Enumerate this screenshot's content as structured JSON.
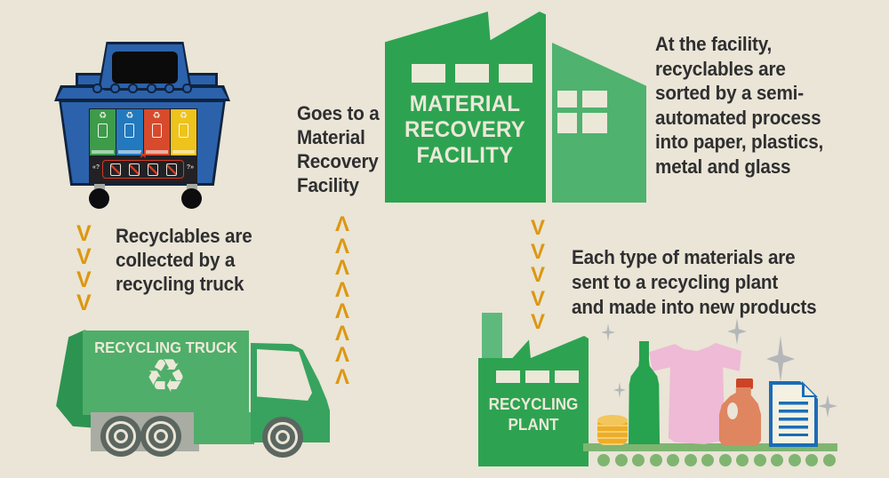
{
  "title": "Recycling process infographic",
  "captions": {
    "collected": "Recyclables are\ncollected by a\nrecycling truck",
    "goes_to": "Goes to a\nMaterial\nRecovery\nFacility",
    "sorted": "At the facility,\nrecyclables are\nsorted by a semi-\nautomated process\ninto paper, plastics,\nmetal and glass",
    "new_products": "Each type of materials are\nsent to a recycling plant\nand made into new products"
  },
  "labels": {
    "truck": "RECYCLING TRUCK",
    "mrf": "MATERIAL\nRECOVERY\nFACILITY",
    "plant": "RECYCLING\nPLANT"
  },
  "icons": {
    "recycle": "♻",
    "prohibited_x": "✕",
    "strip_left": "«?",
    "strip_right": "?»"
  },
  "arrows": {
    "down_left": {
      "count": 4,
      "glyph": "V"
    },
    "up_middle": {
      "count": 8,
      "glyph": "Λ"
    },
    "down_right": {
      "count": 5,
      "glyph": "V"
    }
  },
  "repeats": {
    "bin_hinges": {
      "count": 6,
      "glyph": ""
    },
    "mrf_windows": {
      "count": 3,
      "glyph": ""
    },
    "mrf_side_panes": {
      "count": 4,
      "glyph": ""
    },
    "plant_windows": {
      "count": 3,
      "glyph": ""
    },
    "conveyor_rollers": {
      "count": 14,
      "glyph": ""
    },
    "prohibited_items": {
      "count": 4,
      "glyph": ""
    }
  },
  "colors": {
    "background": "#eae5d6",
    "text": "#2f2f31",
    "arrow_orange": "#dd9712",
    "bin_blue": "#2b62ab",
    "bin_outline": "#10233f",
    "sticker_panels": [
      "#3d9b4a",
      "#2379bd",
      "#d74a2c",
      "#eec31c"
    ],
    "truck_green": "#4fae69",
    "mrf_green_dark": "#2da351",
    "mrf_green_light": "#4fb26e",
    "cream": "#ece8d8",
    "conveyor_green": "#7fb571",
    "coins_gold": "#eead27",
    "bottle_green": "#27a24f",
    "shirt_pink": "#eebad6",
    "jug_orange": "#df8560",
    "jug_cap_red": "#cc4326",
    "paper_blue": "#1a6cb7",
    "sparkle_gray": "#b4b7b9"
  }
}
